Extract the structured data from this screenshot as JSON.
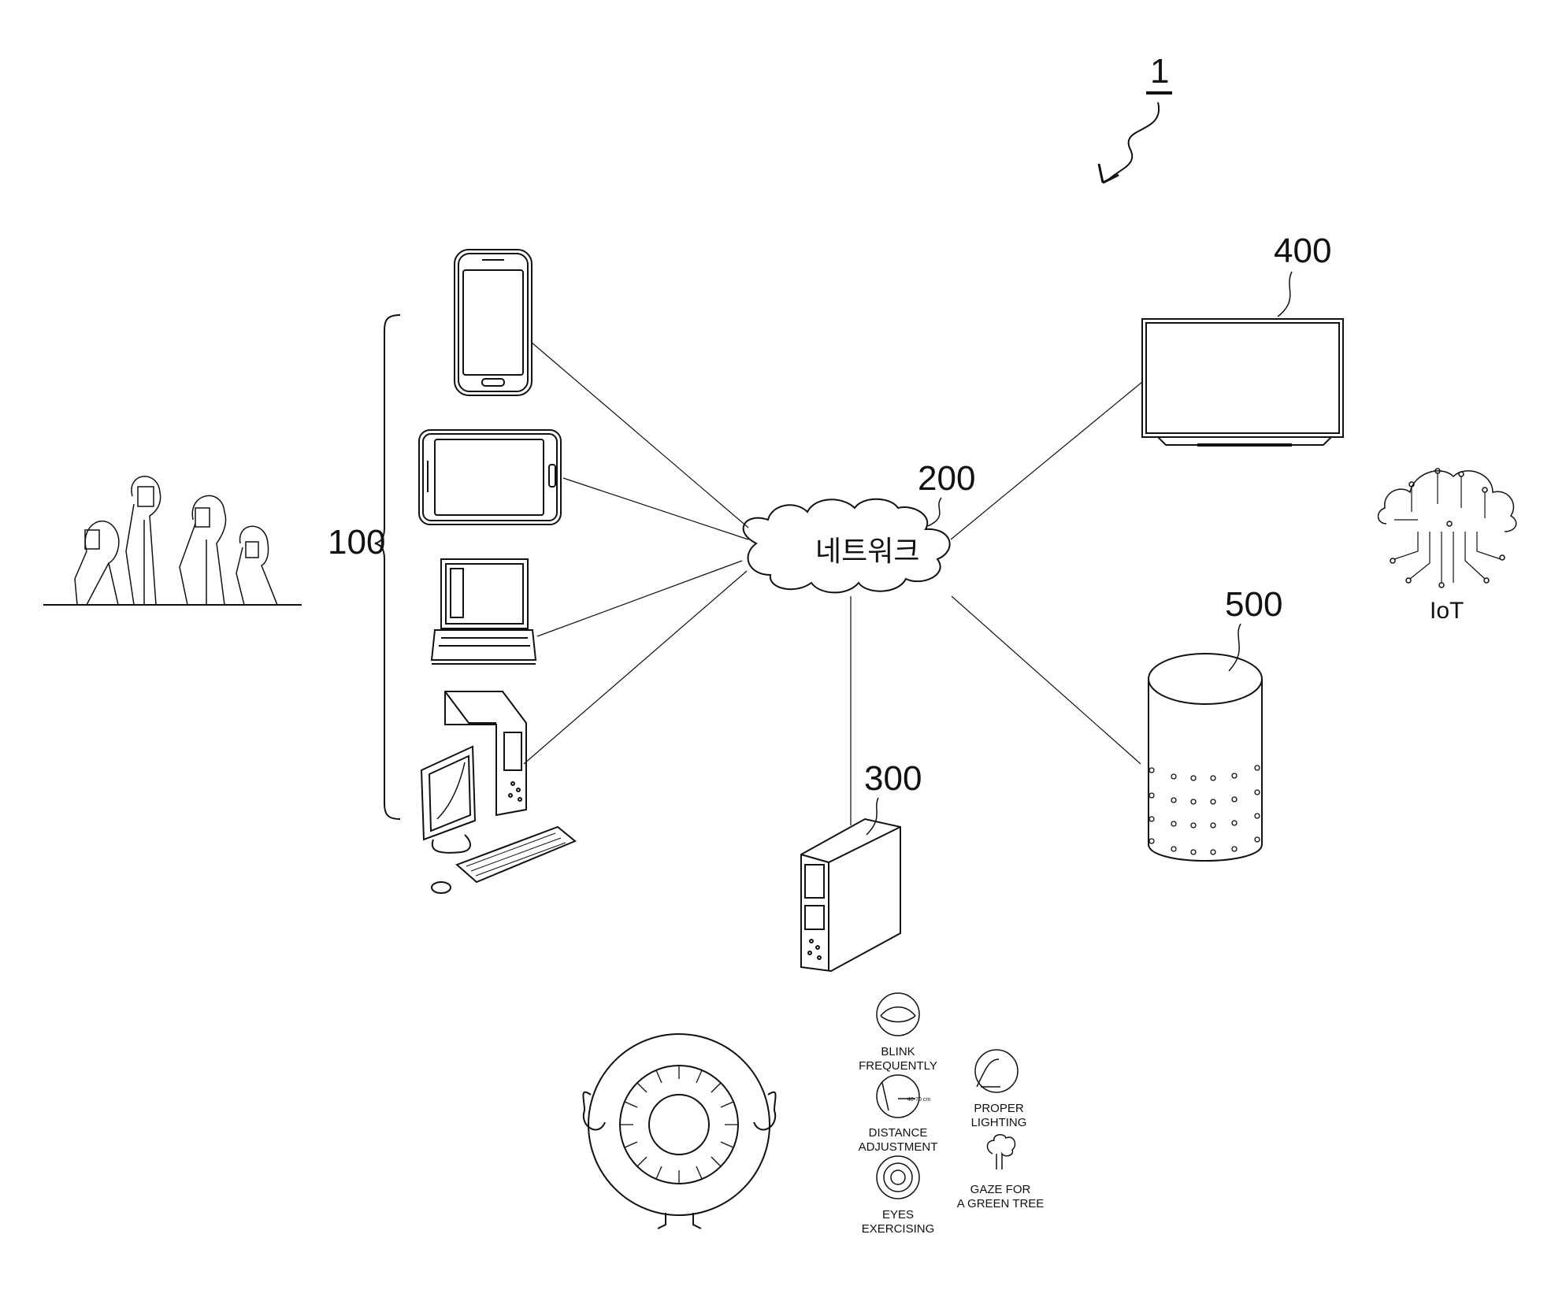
{
  "figure": {
    "figure_ref": "1",
    "refs": {
      "user_devices": "100",
      "network": "200",
      "server": "300",
      "display_device": "400",
      "speaker_device": "500"
    },
    "network_label": "네트워크",
    "iot_label": "IoT",
    "eye_care_tips": [
      {
        "line1": "BLINK",
        "line2": "FREQUENTLY"
      },
      {
        "line1": "DISTANCE",
        "line2": "ADJUSTMENT"
      },
      {
        "line1": "EYES",
        "line2": "EXERCISING"
      },
      {
        "line1": "PROPER",
        "line2": "LIGHTING"
      },
      {
        "line1": "GAZE FOR",
        "line2": "A GREEN TREE"
      }
    ],
    "distance_marker": "40-70 cm"
  },
  "colors": {
    "line": "#111111",
    "background": "#ffffff"
  }
}
